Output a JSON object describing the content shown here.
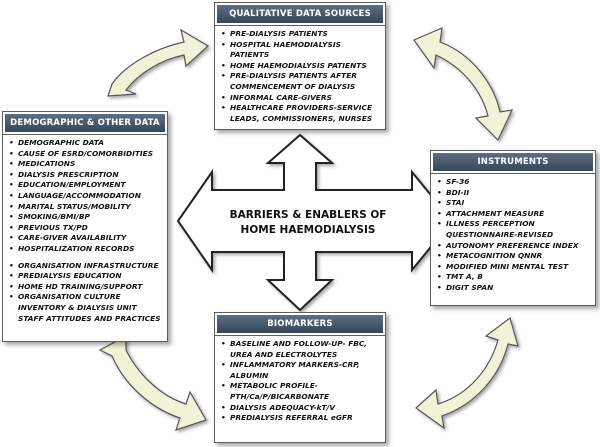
{
  "center": {
    "line1": "BARRIERS & ENABLERS OF",
    "line2": "HOME HAEMODIALYSIS"
  },
  "qualitative": {
    "title": "QUALITATIVE DATA SOURCES",
    "items": [
      "PRE-DIALYSIS PATIENTS",
      "HOSPITAL HAEMODIALYSIS PATIENTS",
      "HOME HAEMODIALYSIS PATIENTS",
      "PRE-DIALYSIS PATIENTS AFTER COMMENCEMENT OF DIALYSIS",
      "INFORMAL CARE-GIVERS",
      "HEALTHCARE PROVIDERS-SERVICE LEADS, COMMISSIONERS, NURSES"
    ]
  },
  "demographic": {
    "title": "DEMOGRAPHIC & OTHER DATA",
    "items": [
      "DEMOGRAPHIC DATA",
      "CAUSE OF ESRD/COMORBIDITIES",
      "MEDICATIONS",
      "DIALYSIS PRESCRIPTION",
      "EDUCATION/EMPLOYMENT",
      "LANGUAGE/ACCOMMODATION",
      "MARITAL STATUS/MOBILITY",
      "SMOKING/BMI/BP",
      "PREVIOUS TX/PD",
      "CARE-GIVER AVAILABILITY",
      "HOSPITALIZATION RECORDS"
    ],
    "items2": [
      "ORGANISATION INFRASTRUCTURE",
      "PREDIALYSIS EDUCATION",
      "HOME HD TRAINING/SUPPORT",
      "ORGANISATION CULTURE INVENTORY & DIALYSIS UNIT STAFF ATTITUDES AND PRACTICES"
    ]
  },
  "instruments": {
    "title": "INSTRUMENTS",
    "items": [
      "SF-36",
      "BDI-II",
      "STAI",
      "ATTACHMENT MEASURE",
      "ILLNESS PERCEPTION QUESTIONNAIRE-REVISED",
      "AUTONOMY PREFERENCE INDEX",
      "METACOGNITION QNNR",
      "MODIFIED MINI MENTAL TEST",
      "TMT A, B",
      "DIGIT SPAN"
    ]
  },
  "biomarkers": {
    "title": "BIOMARKERS",
    "items": [
      "BASELINE AND FOLLOW-UP- FBC, UREA AND ELECTROLYTES",
      "INFLAMMATORY MARKERS-CRP, ALBUMIN",
      "METABOLIC PROFILE-PTH/Ca/P/BICARBONATE",
      "DIALYSIS ADEQUACY-kT/V",
      "PREDIALYSIS REFERRAL eGFR"
    ]
  },
  "colors": {
    "header_top": "#5d6f84",
    "header_bottom": "#364558",
    "arrow_fill": "#f2f2d8",
    "arrow_stroke": "#555555"
  }
}
